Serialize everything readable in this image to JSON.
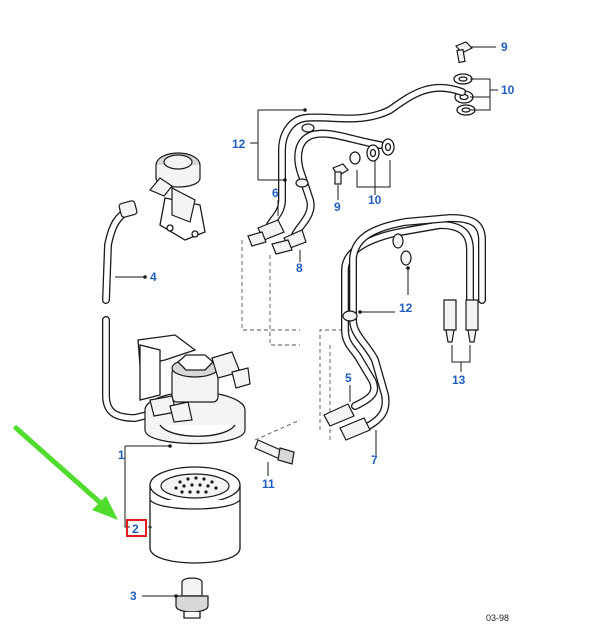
{
  "callouts": {
    "c1": "1",
    "c2": "2",
    "c3": "3",
    "c4": "4",
    "c5": "5",
    "c6": "6",
    "c7": "7",
    "c8": "8",
    "c9a": "9",
    "c9b": "9",
    "c10a": "10",
    "c10b": "10",
    "c11": "11",
    "c12a": "12",
    "c12b": "12",
    "c13": "13"
  },
  "reference_code": "03-98",
  "highlight": {
    "callout": "2",
    "box_color": "#e0201c"
  },
  "arrow": {
    "color": "#4fdc2c",
    "points_to": "2"
  },
  "colors": {
    "callout_text": "#1f5fbf",
    "line": "#1a1a1a"
  }
}
